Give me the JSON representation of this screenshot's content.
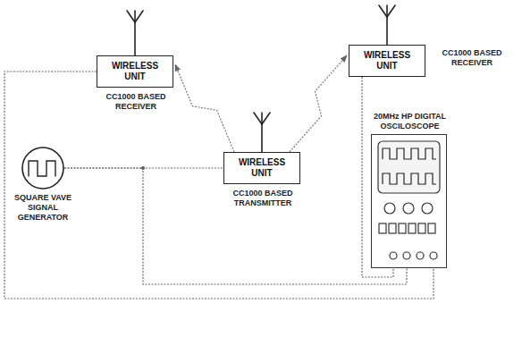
{
  "diagram": {
    "nodes": [
      {
        "text": [
          "WIRELESS UNIT",
          "CC1000 BASED RECEIVER"
        ]
      },
      {
        "text": [
          "WIRELESS UNIT",
          "CC1000 BASED RECEIVER"
        ]
      },
      {
        "text": [
          "SQUARE VAVE SIGNAL GENERATOR"
        ]
      },
      {
        "text": [
          "WIRELESS UNIT",
          "CC1000 BASED TRANSMITTER"
        ]
      },
      {
        "text": [
          "20MHz HP DIGITAL OSCILOSCOPE"
        ]
      }
    ],
    "edges": [
      {
        "from": 3,
        "to": 0,
        "arrow": "to"
      },
      {
        "from": 3,
        "to": 1,
        "arrow": "to"
      },
      {
        "from": 2,
        "to": 3,
        "arrow": "none"
      },
      {
        "from": 2,
        "to": 4,
        "arrow": "none"
      },
      {
        "from": 0,
        "to": 4,
        "arrow": "none"
      },
      {
        "from": 1,
        "to": 4,
        "arrow": "none"
      }
    ]
  }
}
